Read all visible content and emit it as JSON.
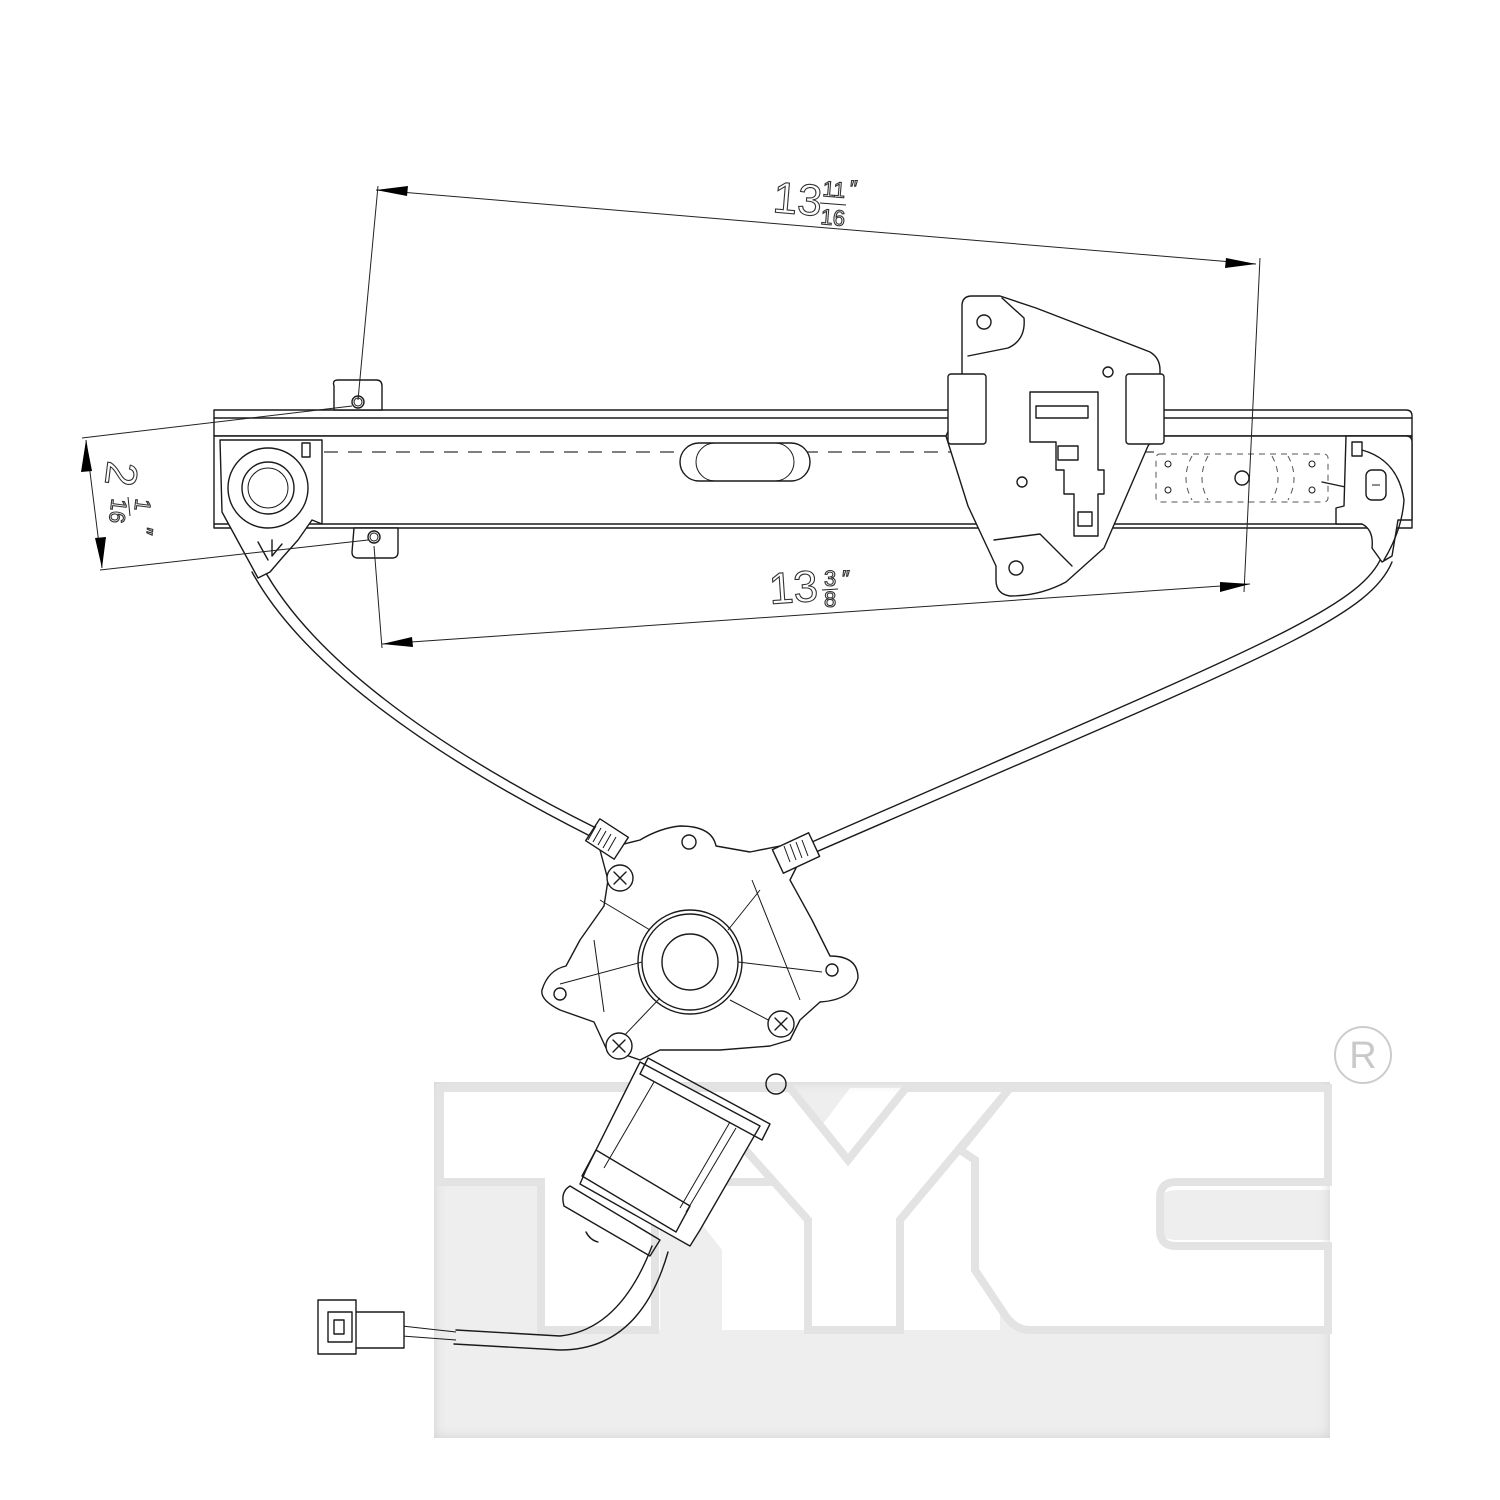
{
  "drawing": {
    "subject": "Power window regulator with motor",
    "dimensions": {
      "top_length": {
        "whole": "13",
        "num": "11",
        "den": "16",
        "unit": "″"
      },
      "bottom_length": {
        "whole": "13",
        "num": "3",
        "den": "8",
        "unit": "″"
      },
      "height": {
        "whole": "2",
        "num": "1",
        "den": "16",
        "unit": "″"
      }
    }
  },
  "watermark": {
    "text": "TYC",
    "registered_mark": "R",
    "color": "#e8e8e8"
  },
  "colors": {
    "line": "#1a1a1a",
    "background": "#ffffff"
  }
}
